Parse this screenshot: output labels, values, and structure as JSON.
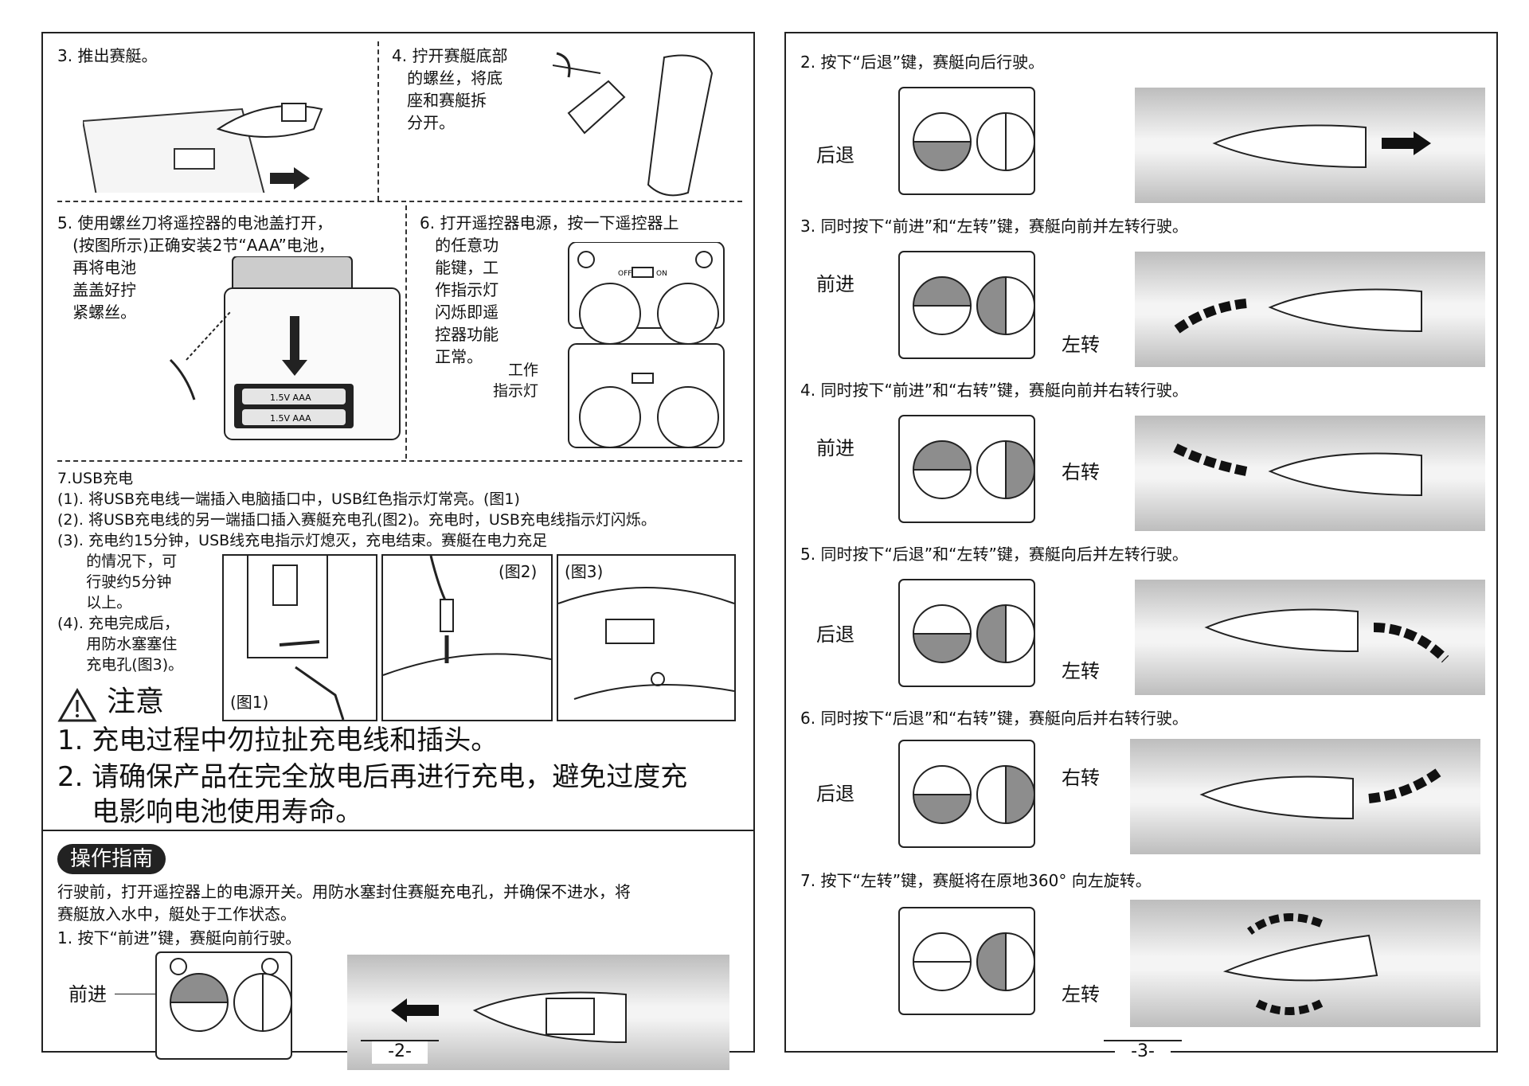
{
  "left_page": {
    "page_number": "-2-",
    "step3": "3. 推出赛艇。",
    "step4": "4. 拧开赛艇底部\n   的螺丝，将底\n   座和赛艇拆\n   分开。",
    "step5": "5. 使用螺丝刀将遥控器的电池盖打开，\n   (按图所示)正确安装2节“AAA”电池，\n   再将电池\n   盖盖好拧\n   紧螺丝。",
    "battery_label": "1.5V AAA",
    "step6": "6. 打开遥控器电源，按一下遥控器上\n   的任意功\n   能键，工\n   作指示灯\n   闪烁即遥\n   控器功能\n   正常。",
    "indicator_label": "工作\n指示灯",
    "off_label": "OFF",
    "on_label": "ON",
    "usb_title": "7.USB充电",
    "usb_1": "(1). 将USB充电线一端插入电脑插口中，USB红色指示灯常亮。(图1)",
    "usb_2": "(2). 将USB充电线的另一端插口插入赛艇充电孔(图2)。充电时，USB充电线指示灯闪烁。",
    "usb_3": "(3). 充电约15分钟，USB线充电指示灯熄灭，充电结束。赛艇在电力充足",
    "usb_3b": "      的情况下，可\n      行驶约5分钟\n      以上。",
    "usb_4": "(4). 充电完成后，\n      用防水塞塞住\n      充电孔(图3)。",
    "fig1": "(图1)",
    "fig2": "(图2)",
    "fig3": "(图3)",
    "caution_title": "注意",
    "caution_1": "1. 充电过程中勿拉扯充电线和插头。",
    "caution_2": "2. 请确保产品在完全放电后再进行充电，避免过度充\n    电影响电池使用寿命。",
    "guide_title": "操作指南",
    "guide_text": "行驶前，打开遥控器上的电源开关。用防水塞封住赛艇充电孔，并确保不进水，将\n赛艇放入水中，艇处于工作状态。",
    "guide_step1": "1. 按下“前进”键，赛艇向前行驶。",
    "label_forward": "前进"
  },
  "right_page": {
    "page_number": "-3-",
    "step2": "2. 按下“后退”键，赛艇向后行驶。",
    "step3": "3. 同时按下“前进”和“左转”键，赛艇向前并左转行驶。",
    "step4": "4. 同时按下“前进”和“右转”键，赛艇向前并右转行驶。",
    "step5": "5. 同时按下“后退”和“左转”键，赛艇向后并左转行驶。",
    "step6": "6. 同时按下“后退”和“右转”键，赛艇向后并右转行驶。",
    "step7": "7. 按下“左转”键，赛艇将在原地360° 向左旋转。",
    "label_back": "后退",
    "label_forward": "前进",
    "label_left": "左转",
    "label_right": "右转"
  }
}
